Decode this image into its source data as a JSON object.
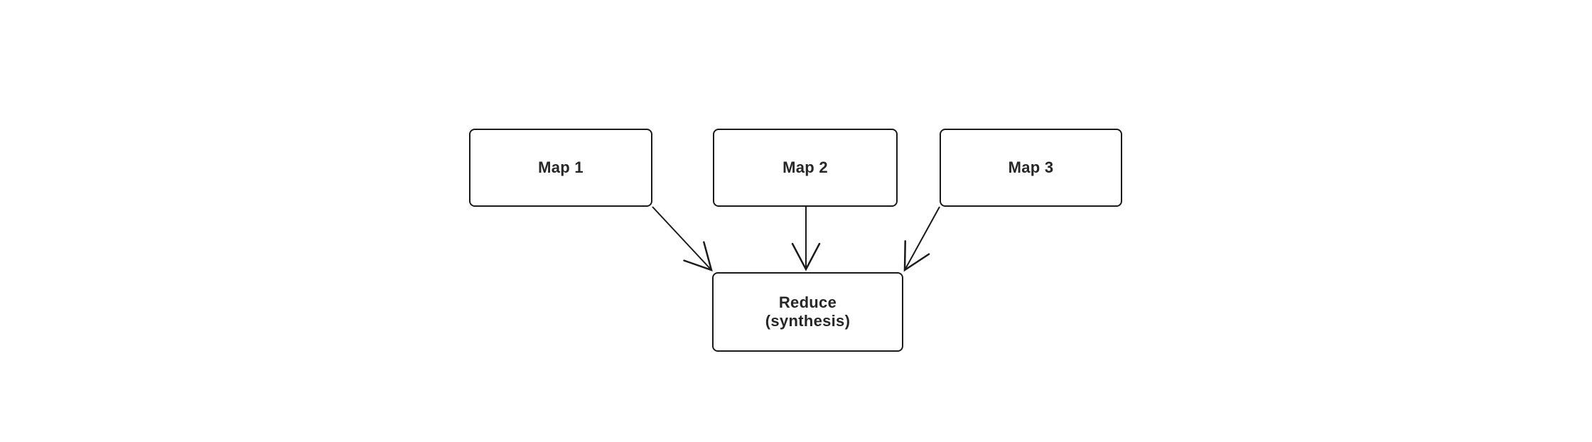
{
  "diagram": {
    "type": "flowchart",
    "colors": {
      "background": "#ffffff",
      "node_fill": "#ffffff",
      "node_border": "#1a1a1a",
      "text": "#262626",
      "arrow": "#1a1a1a"
    },
    "nodes": [
      {
        "id": "map1",
        "label": "Map 1"
      },
      {
        "id": "map2",
        "label": "Map 2"
      },
      {
        "id": "map3",
        "label": "Map 3"
      },
      {
        "id": "reduce",
        "label": "Reduce\n(synthesis)"
      }
    ],
    "edges": [
      {
        "from": "map1",
        "to": "reduce",
        "style": "open-arrowhead"
      },
      {
        "from": "map2",
        "to": "reduce",
        "style": "open-arrowhead"
      },
      {
        "from": "map3",
        "to": "reduce",
        "style": "open-arrowhead"
      }
    ]
  }
}
